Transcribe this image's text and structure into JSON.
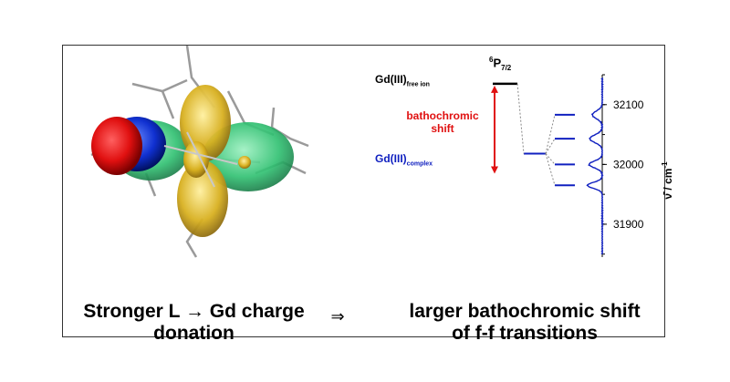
{
  "molecule": {
    "description_icon": "molecular-orbital-isosurface",
    "colors": {
      "red": "#e01010",
      "blue": "#1030d0",
      "green": "#2ec070",
      "gold": "#d8b020"
    }
  },
  "energy_diagram": {
    "free_ion_label": "Gd(III)",
    "free_ion_sub": "free ion",
    "term_symbol_sup": "6",
    "term_symbol_main": "P",
    "term_symbol_sub": "7/2",
    "shift_label_line1": "bathochromic",
    "shift_label_line2": "shift",
    "complex_label": "Gd(III)",
    "complex_sub": "complex",
    "shift_color": "#e01010",
    "complex_color": "#1020c0"
  },
  "chart_data": {
    "type": "line",
    "orientation": "vertical",
    "ylabel_main": "ν̄ / cm",
    "ylabel_sup": "-1",
    "ylim": [
      31845,
      32150
    ],
    "yticks": [
      "31900",
      "32000",
      "32100"
    ],
    "ytick_values": [
      31900,
      32000,
      32100
    ],
    "series_color": "#1020c0",
    "peaks": [
      {
        "position": 31965,
        "height": 0.45,
        "width": 7
      },
      {
        "position": 32000,
        "height": 0.4,
        "width": 8
      },
      {
        "position": 32043,
        "height": 0.38,
        "width": 9
      },
      {
        "position": 32083,
        "height": 0.3,
        "width": 9
      }
    ],
    "levels": [
      32083,
      32043,
      32000,
      31965
    ],
    "complex_barycenter": 32018,
    "free_ion_level": 32135
  },
  "captions": {
    "left_line1": "Stronger L → Gd charge",
    "left_line2": "donation",
    "arrow": "⇒",
    "right_line1": "larger bathochromic shift",
    "right_line2": "of f-f transitions"
  }
}
